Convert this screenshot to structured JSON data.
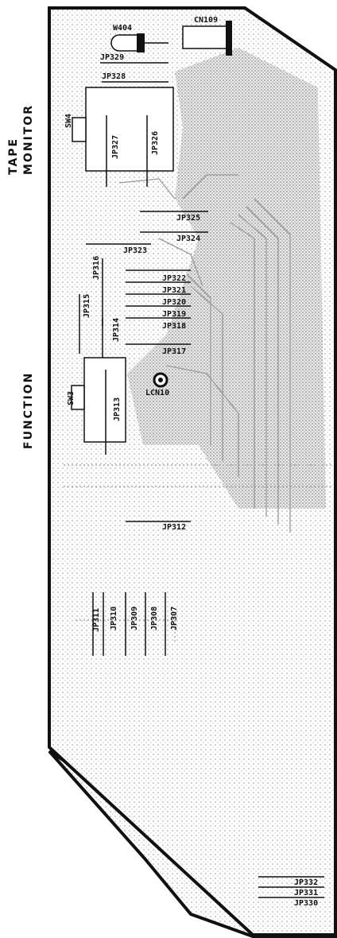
{
  "side_labels": {
    "tape_monitor_line1": "TAPE",
    "tape_monitor_line2": "MONITOR",
    "function": "FUNCTION"
  },
  "components": {
    "w404": "W404",
    "cn109": "CN109",
    "sw4": "SW4",
    "sw3": "SW3",
    "lcn10": "LCN10"
  },
  "jumpers": {
    "jp307": "JP307",
    "jp308": "JP308",
    "jp309": "JP309",
    "jp310": "JP310",
    "jp311": "JP311",
    "jp312": "JP312",
    "jp313": "JP313",
    "jp314": "JP314",
    "jp315": "JP315",
    "jp316": "JP316",
    "jp317": "JP317",
    "jp318": "JP318",
    "jp319": "JP319",
    "jp320": "JP320",
    "jp321": "JP321",
    "jp322": "JP322",
    "jp323": "JP323",
    "jp324": "JP324",
    "jp325": "JP325",
    "jp326": "JP326",
    "jp327": "JP327",
    "jp328": "JP328",
    "jp329": "JP329",
    "jp330": "JP330",
    "jp331": "JP331",
    "jp332": "JP332"
  },
  "colors": {
    "outline": "#111111",
    "trace": "#9a9a9a",
    "ground_fill": "#cfcfcf"
  }
}
